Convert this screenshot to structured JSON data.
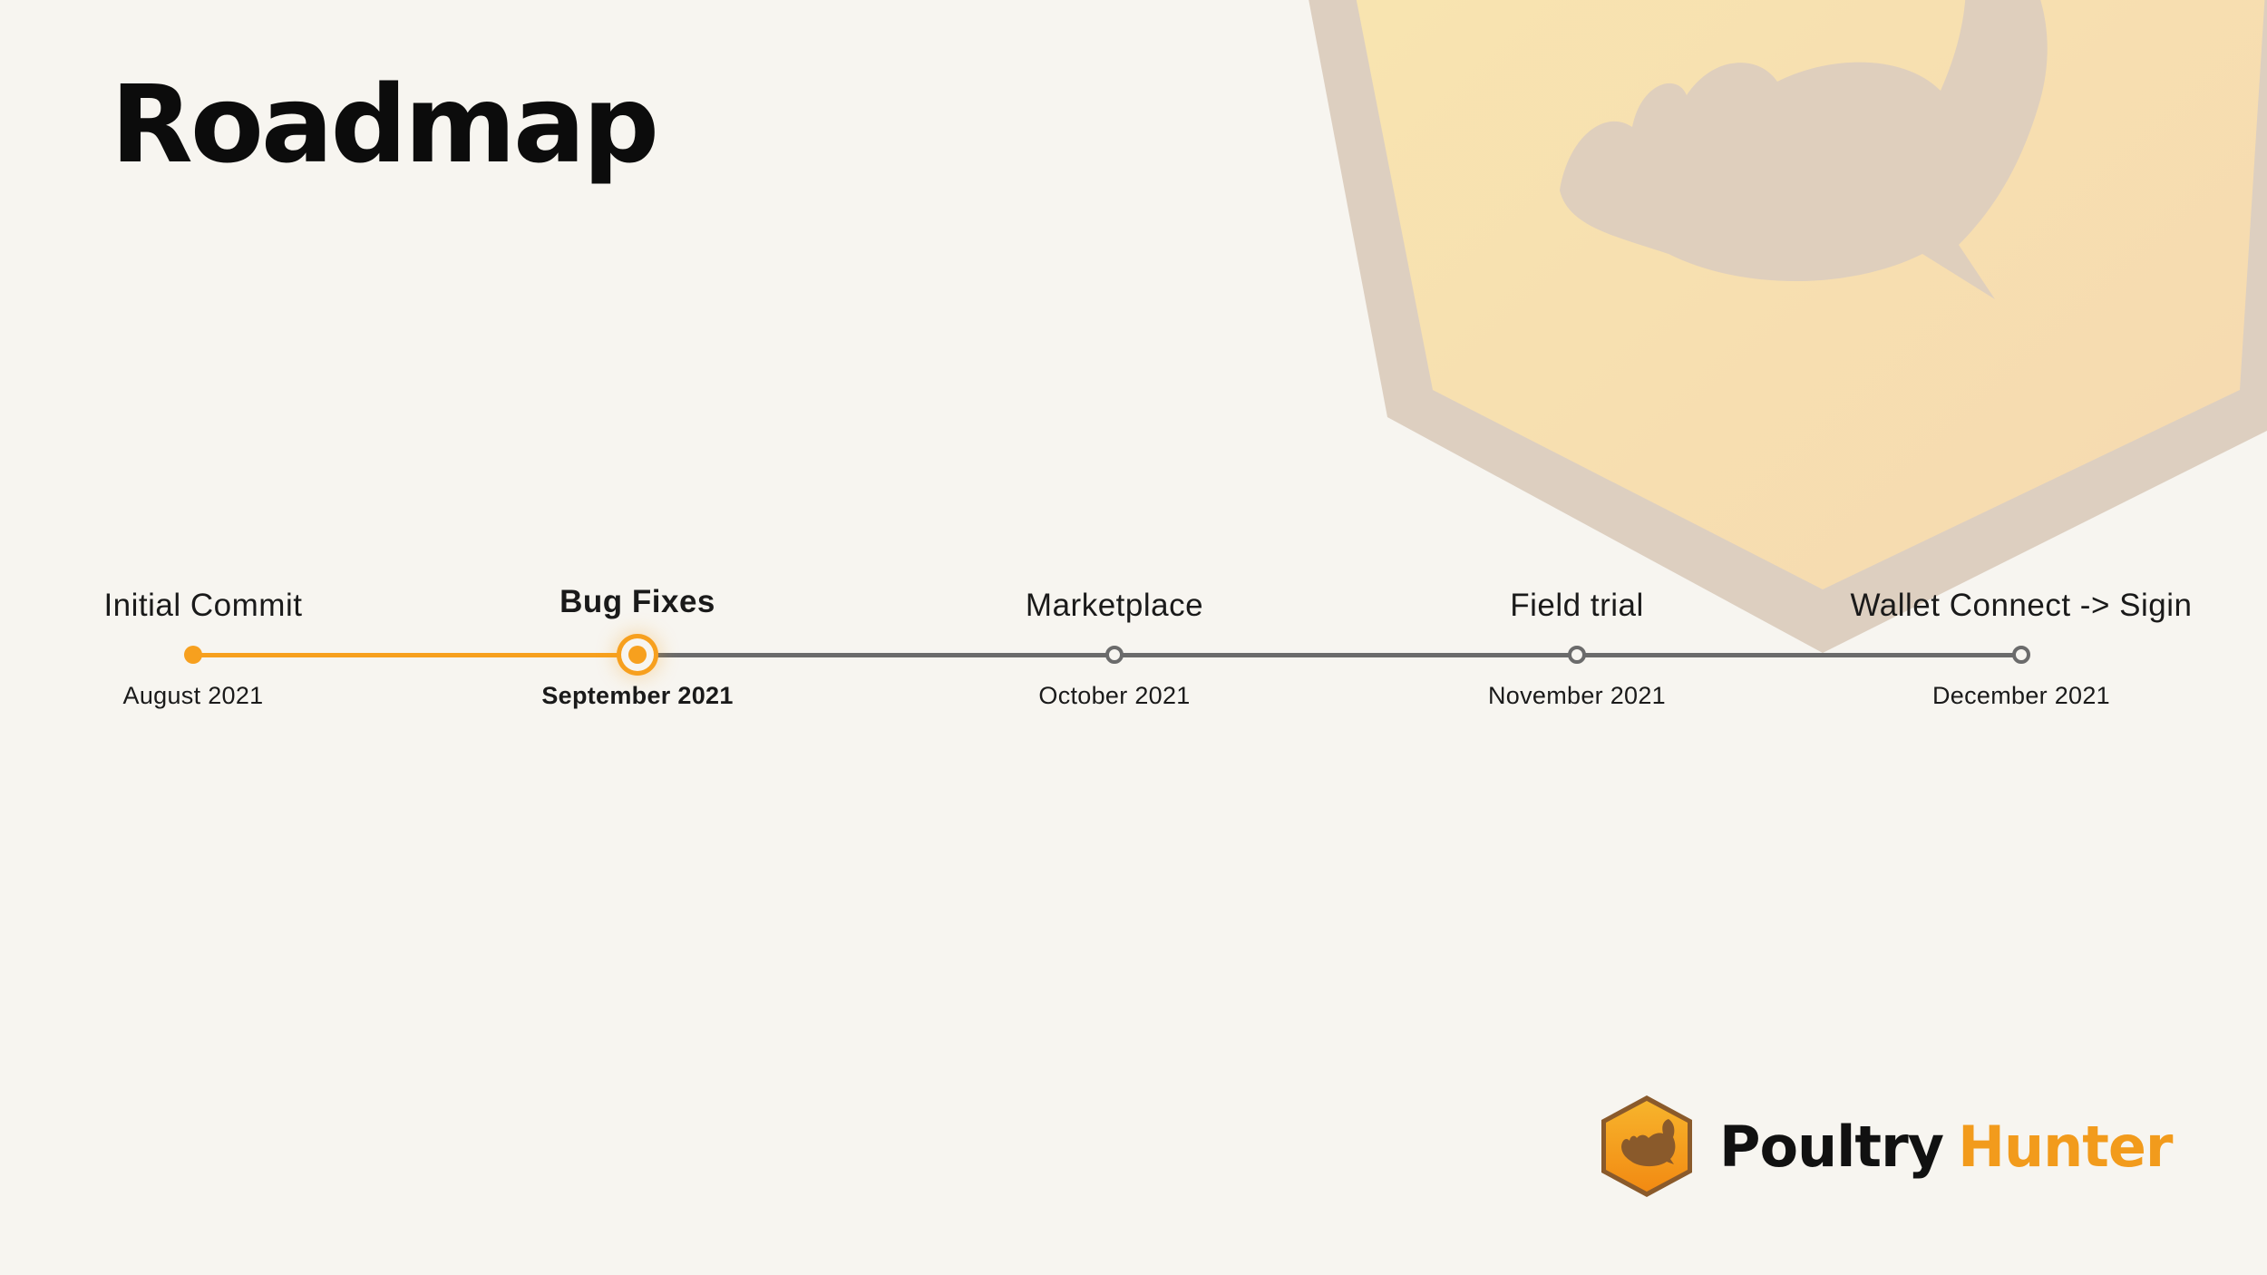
{
  "page": {
    "title": "Roadmap"
  },
  "timeline": {
    "milestones": [
      {
        "title": "Initial Commit",
        "date": "August 2021",
        "status": "done"
      },
      {
        "title": "Bug Fixes",
        "date": "September 2021",
        "status": "current"
      },
      {
        "title": "Marketplace",
        "date": "October 2021",
        "status": "upcoming"
      },
      {
        "title": "Field trial",
        "date": "November 2021",
        "status": "upcoming"
      },
      {
        "title": "Wallet Connect -> Sigin",
        "date": "December 2021",
        "status": "upcoming"
      }
    ]
  },
  "brand": {
    "name_part1": "Poultry",
    "name_part2": "Hunter"
  },
  "colors": {
    "accent": "#f7a01e",
    "track_inactive": "#6b6b6b",
    "background": "#f7f5f0",
    "text": "#111111"
  },
  "icons": {
    "background_badge": "chicken-hexagon-icon",
    "brand_logo": "chicken-hexagon-logo-icon"
  }
}
